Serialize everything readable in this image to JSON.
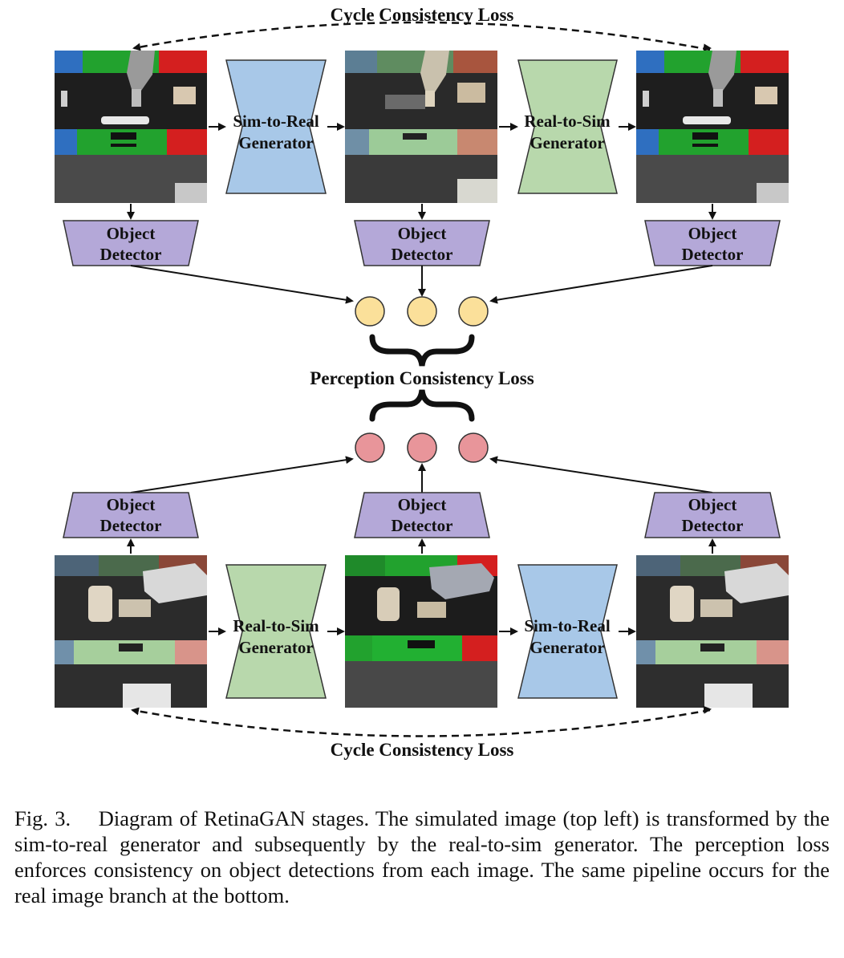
{
  "labels": {
    "cycle_loss_top": "Cycle Consistency Loss",
    "cycle_loss_bottom": "Cycle Consistency Loss",
    "perception_loss": "Perception Consistency Loss",
    "sim_to_real_top_1": "Sim-to-Real",
    "sim_to_real_top_2": "Generator",
    "real_to_sim_top_1": "Real-to-Sim",
    "real_to_sim_top_2": "Generator",
    "real_to_sim_bottom_1": "Real-to-Sim",
    "real_to_sim_bottom_2": "Generator",
    "sim_to_real_bottom_1": "Sim-to-Real",
    "sim_to_real_bottom_2": "Generator",
    "detector_1": "Object",
    "detector_2": "Detector"
  },
  "caption": "Fig. 3.  Diagram of RetinaGAN stages. The simulated image (top left) is transformed by the sim-to-real generator and subsequently by the real-to-sim generator. The perception loss enforces consistency on object detections from each image. The same pipeline occurs for the real image branch at the bottom.",
  "colors": {
    "sim_to_real": "#a8c8e8",
    "real_to_sim": "#b8d8ac",
    "detector": "#b4a8d8",
    "detection_top": "#fbe09a",
    "detection_bottom": "#e8959a"
  }
}
